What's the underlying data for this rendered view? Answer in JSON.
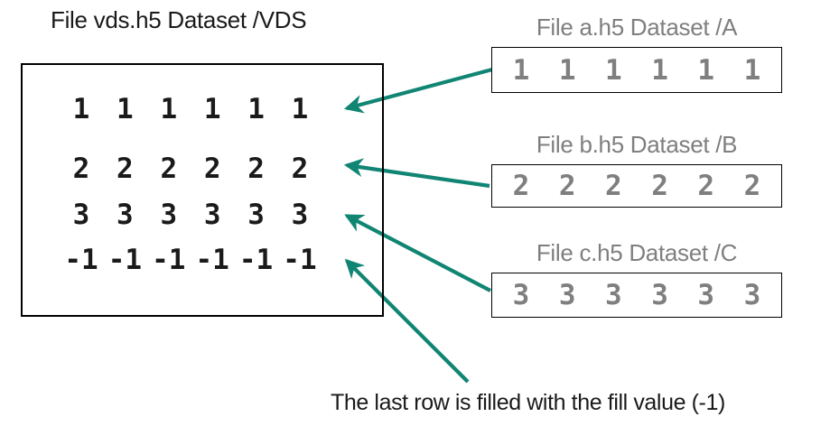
{
  "colors": {
    "accent_teal": "#108573",
    "text_gray": "#7f7f7f",
    "text_black": "#1a1a1a",
    "canvas_bg": "#ffffff"
  },
  "vds": {
    "title": "File vds.h5 Dataset /VDS",
    "rows": [
      [
        "1",
        "1",
        "1",
        "1",
        "1",
        "1"
      ],
      [
        "2",
        "2",
        "2",
        "2",
        "2",
        "2"
      ],
      [
        "3",
        "3",
        "3",
        "3",
        "3",
        "3"
      ],
      [
        "-1",
        "-1",
        "-1",
        "-1",
        "-1",
        "-1"
      ]
    ]
  },
  "sources": [
    {
      "title": "File a.h5 Dataset /A",
      "values": [
        "1",
        "1",
        "1",
        "1",
        "1",
        "1"
      ]
    },
    {
      "title": "File b.h5 Dataset /B",
      "values": [
        "2",
        "2",
        "2",
        "2",
        "2",
        "2"
      ]
    },
    {
      "title": "File c.h5 Dataset /C",
      "values": [
        "3",
        "3",
        "3",
        "3",
        "3",
        "3"
      ]
    }
  ],
  "annotation": {
    "fill_note": "The last row is filled with the fill value (-1)"
  }
}
